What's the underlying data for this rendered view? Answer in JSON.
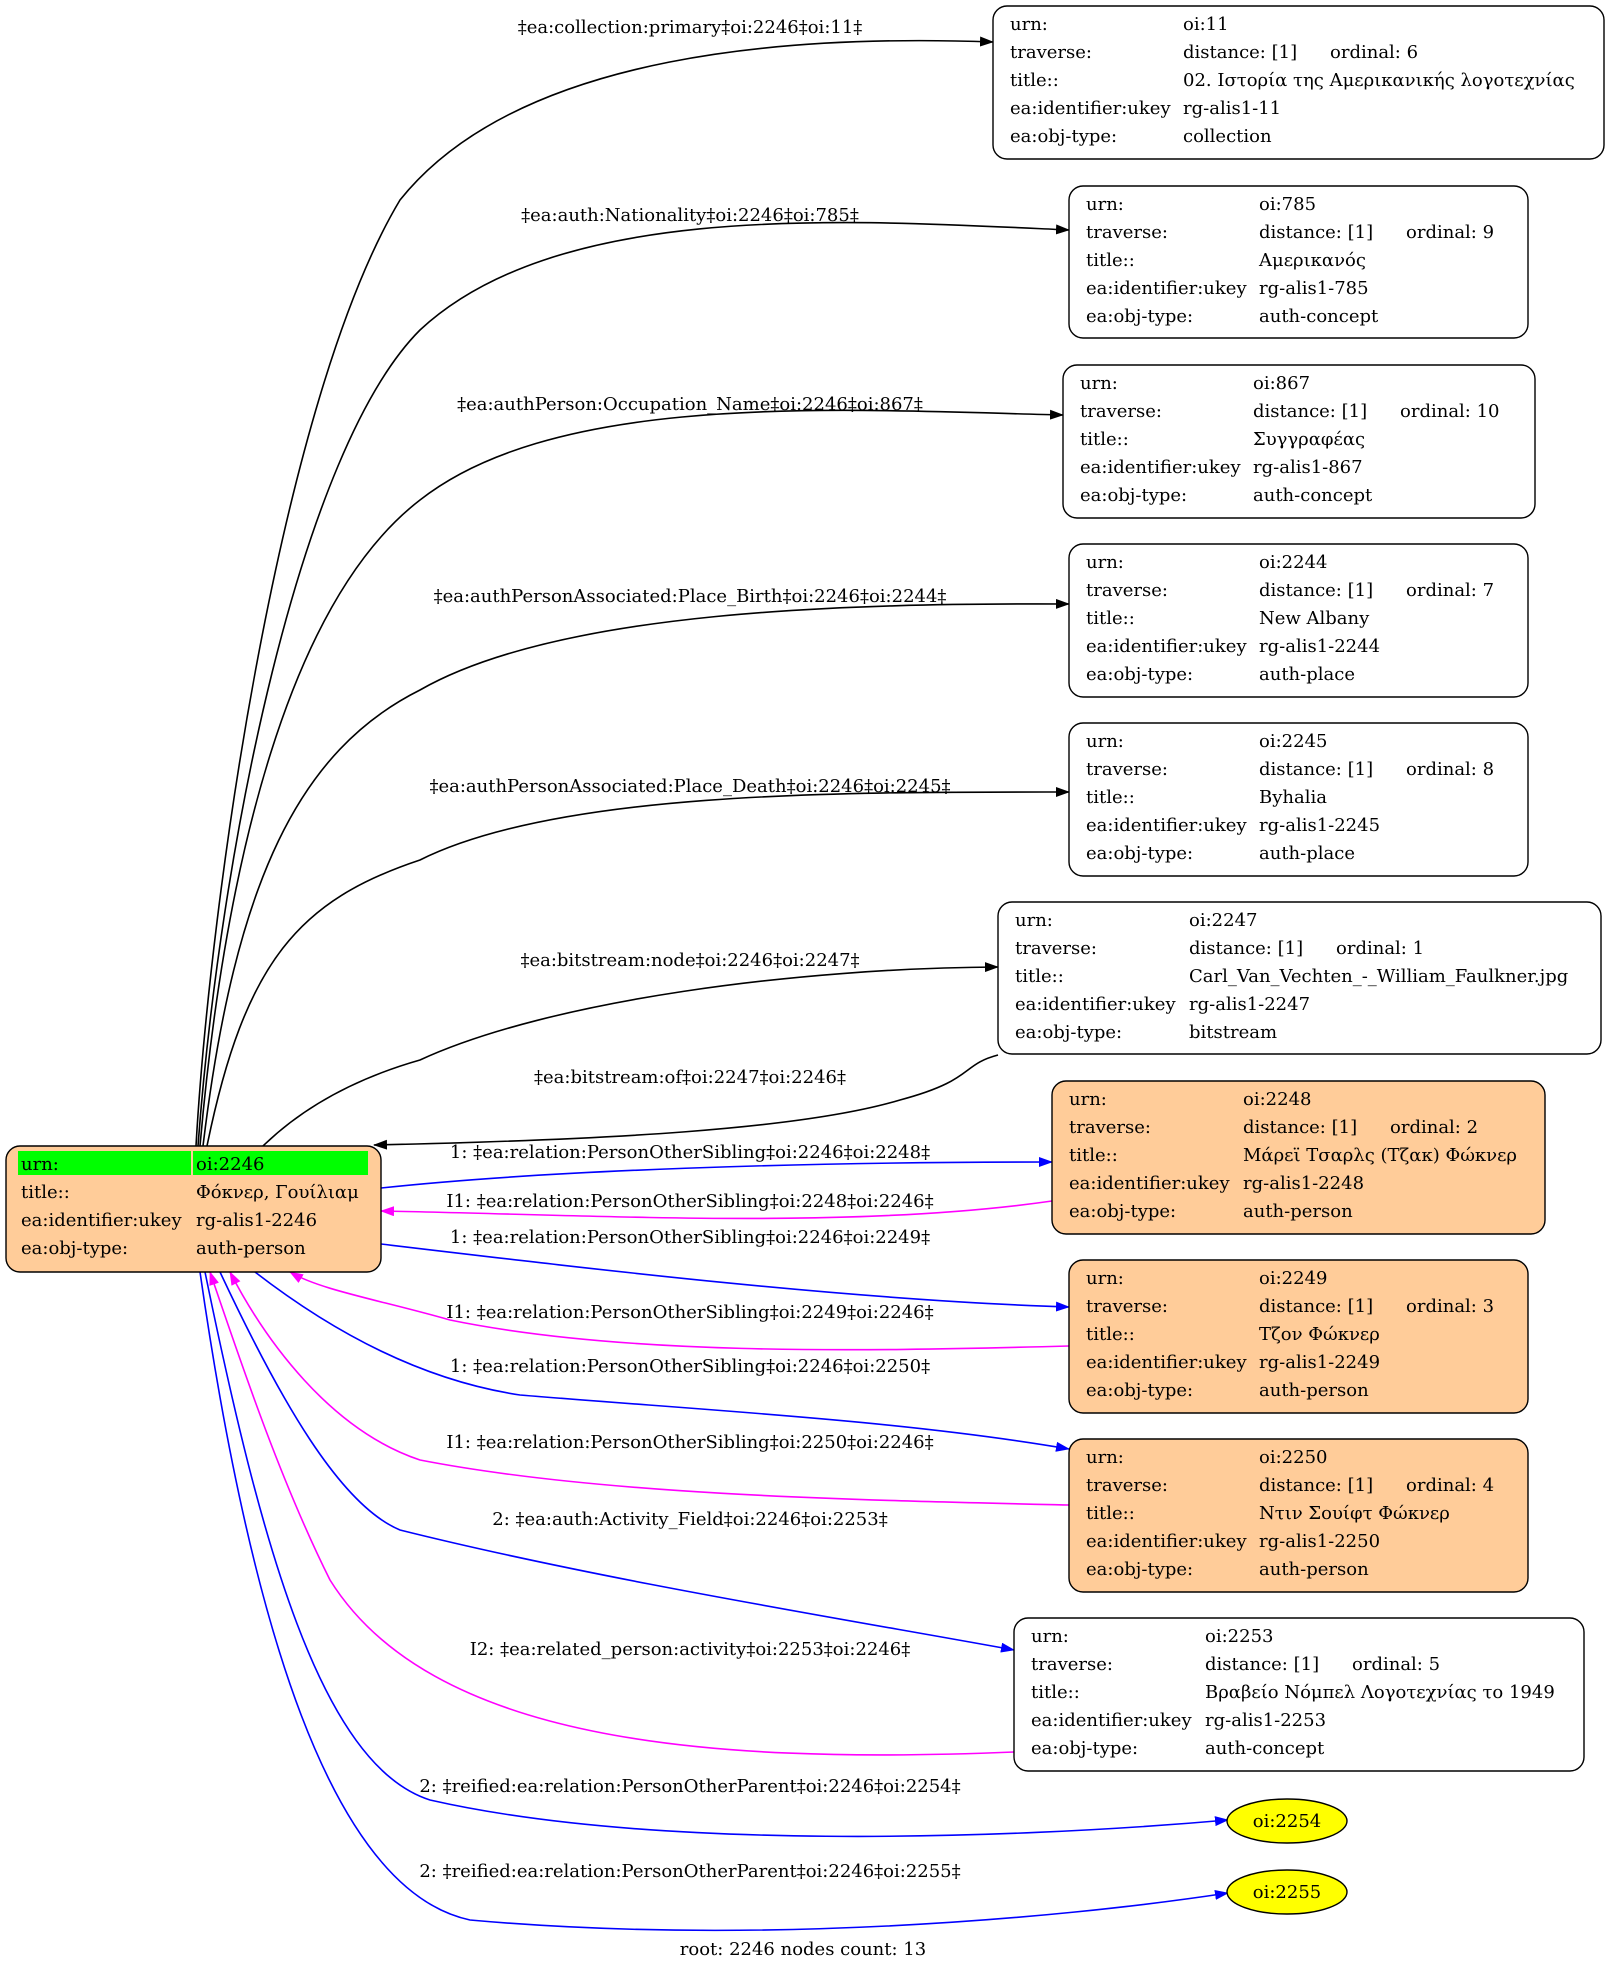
{
  "colors": {
    "background": "#ffffff",
    "root_highlight": "#00ff00",
    "person_fill": "#ffcc99",
    "node_fill": "#ffffff",
    "reified_fill": "#ffff00",
    "edge_default": "#000000",
    "edge_relation": "#0000ff",
    "edge_inverse": "#ff00ff"
  },
  "root": {
    "rows": [
      {
        "key": "urn:",
        "value": "oi:2246"
      },
      {
        "key": "title::",
        "value": "Φόκνερ, Γουίλιαμ"
      },
      {
        "key": "ea:identifier:ukey",
        "value": "rg-alis1-2246"
      },
      {
        "key": "ea:obj-type:",
        "value": "auth-person"
      }
    ]
  },
  "nodes": [
    {
      "id": "oi:11",
      "style": "plain",
      "rows": [
        {
          "key": "urn:",
          "value": "oi:11"
        },
        {
          "key": "traverse:",
          "value": "distance: [1]",
          "extra": "ordinal: 6"
        },
        {
          "key": "title::",
          "value": "02. Ιστορία της Αμερικανικής λογοτεχνίας"
        },
        {
          "key": "ea:identifier:ukey",
          "value": "rg-alis1-11"
        },
        {
          "key": "ea:obj-type:",
          "value": "collection"
        }
      ]
    },
    {
      "id": "oi:785",
      "style": "plain",
      "rows": [
        {
          "key": "urn:",
          "value": "oi:785"
        },
        {
          "key": "traverse:",
          "value": "distance: [1]",
          "extra": "ordinal: 9"
        },
        {
          "key": "title::",
          "value": "Αμερικανός"
        },
        {
          "key": "ea:identifier:ukey",
          "value": "rg-alis1-785"
        },
        {
          "key": "ea:obj-type:",
          "value": "auth-concept"
        }
      ]
    },
    {
      "id": "oi:867",
      "style": "plain",
      "rows": [
        {
          "key": "urn:",
          "value": "oi:867"
        },
        {
          "key": "traverse:",
          "value": "distance: [1]",
          "extra": "ordinal: 10"
        },
        {
          "key": "title::",
          "value": "Συγγραφέας"
        },
        {
          "key": "ea:identifier:ukey",
          "value": "rg-alis1-867"
        },
        {
          "key": "ea:obj-type:",
          "value": "auth-concept"
        }
      ]
    },
    {
      "id": "oi:2244",
      "style": "plain",
      "rows": [
        {
          "key": "urn:",
          "value": "oi:2244"
        },
        {
          "key": "traverse:",
          "value": "distance: [1]",
          "extra": "ordinal: 7"
        },
        {
          "key": "title::",
          "value": "New Albany"
        },
        {
          "key": "ea:identifier:ukey",
          "value": "rg-alis1-2244"
        },
        {
          "key": "ea:obj-type:",
          "value": "auth-place"
        }
      ]
    },
    {
      "id": "oi:2245",
      "style": "plain",
      "rows": [
        {
          "key": "urn:",
          "value": "oi:2245"
        },
        {
          "key": "traverse:",
          "value": "distance: [1]",
          "extra": "ordinal: 8"
        },
        {
          "key": "title::",
          "value": "Byhalia"
        },
        {
          "key": "ea:identifier:ukey",
          "value": "rg-alis1-2245"
        },
        {
          "key": "ea:obj-type:",
          "value": "auth-place"
        }
      ]
    },
    {
      "id": "oi:2247",
      "style": "plain",
      "rows": [
        {
          "key": "urn:",
          "value": "oi:2247"
        },
        {
          "key": "traverse:",
          "value": "distance: [1]",
          "extra": "ordinal: 1"
        },
        {
          "key": "title::",
          "value": "Carl_Van_Vechten_-_William_Faulkner.jpg"
        },
        {
          "key": "ea:identifier:ukey",
          "value": "rg-alis1-2247"
        },
        {
          "key": "ea:obj-type:",
          "value": "bitstream"
        }
      ]
    },
    {
      "id": "oi:2248",
      "style": "person",
      "rows": [
        {
          "key": "urn:",
          "value": "oi:2248"
        },
        {
          "key": "traverse:",
          "value": "distance: [1]",
          "extra": "ordinal: 2"
        },
        {
          "key": "title::",
          "value": "Μάρεϊ Τσαρλς (Τζακ) Φώκνερ"
        },
        {
          "key": "ea:identifier:ukey",
          "value": "rg-alis1-2248"
        },
        {
          "key": "ea:obj-type:",
          "value": "auth-person"
        }
      ]
    },
    {
      "id": "oi:2249",
      "style": "person",
      "rows": [
        {
          "key": "urn:",
          "value": "oi:2249"
        },
        {
          "key": "traverse:",
          "value": "distance: [1]",
          "extra": "ordinal: 3"
        },
        {
          "key": "title::",
          "value": "Τζον Φώκνερ"
        },
        {
          "key": "ea:identifier:ukey",
          "value": "rg-alis1-2249"
        },
        {
          "key": "ea:obj-type:",
          "value": "auth-person"
        }
      ]
    },
    {
      "id": "oi:2250",
      "style": "person",
      "rows": [
        {
          "key": "urn:",
          "value": "oi:2250"
        },
        {
          "key": "traverse:",
          "value": "distance: [1]",
          "extra": "ordinal: 4"
        },
        {
          "key": "title::",
          "value": "Ντιν Σουίφτ Φώκνερ"
        },
        {
          "key": "ea:identifier:ukey",
          "value": "rg-alis1-2250"
        },
        {
          "key": "ea:obj-type:",
          "value": "auth-person"
        }
      ]
    },
    {
      "id": "oi:2253",
      "style": "plain",
      "rows": [
        {
          "key": "urn:",
          "value": "oi:2253"
        },
        {
          "key": "traverse:",
          "value": "distance: [1]",
          "extra": "ordinal: 5"
        },
        {
          "key": "title::",
          "value": "Βραβείο Νόμπελ Λογοτεχνίας το 1949"
        },
        {
          "key": "ea:identifier:ukey",
          "value": "rg-alis1-2253"
        },
        {
          "key": "ea:obj-type:",
          "value": "auth-concept"
        }
      ]
    },
    {
      "id": "oi:2254",
      "style": "reified",
      "label": "oi:2254"
    },
    {
      "id": "oi:2255",
      "style": "reified",
      "label": "oi:2255"
    }
  ],
  "edges": [
    {
      "label": "‡ea:collection:primary‡oi:2246‡oi:11‡",
      "kind": "default"
    },
    {
      "label": "‡ea:auth:Nationality‡oi:2246‡oi:785‡",
      "kind": "default"
    },
    {
      "label": "‡ea:authPerson:Occupation_Name‡oi:2246‡oi:867‡",
      "kind": "default"
    },
    {
      "label": "‡ea:authPersonAssociated:Place_Birth‡oi:2246‡oi:2244‡",
      "kind": "default"
    },
    {
      "label": "‡ea:authPersonAssociated:Place_Death‡oi:2246‡oi:2245‡",
      "kind": "default"
    },
    {
      "label": "‡ea:bitstream:node‡oi:2246‡oi:2247‡",
      "kind": "default"
    },
    {
      "label": "‡ea:bitstream:of‡oi:2247‡oi:2246‡",
      "kind": "default"
    },
    {
      "label": "1: ‡ea:relation:PersonOtherSibling‡oi:2246‡oi:2248‡",
      "kind": "relation"
    },
    {
      "label": "I1: ‡ea:relation:PersonOtherSibling‡oi:2248‡oi:2246‡",
      "kind": "inverse"
    },
    {
      "label": "1: ‡ea:relation:PersonOtherSibling‡oi:2246‡oi:2249‡",
      "kind": "relation"
    },
    {
      "label": "I1: ‡ea:relation:PersonOtherSibling‡oi:2249‡oi:2246‡",
      "kind": "inverse"
    },
    {
      "label": "1: ‡ea:relation:PersonOtherSibling‡oi:2246‡oi:2250‡",
      "kind": "relation"
    },
    {
      "label": "I1: ‡ea:relation:PersonOtherSibling‡oi:2250‡oi:2246‡",
      "kind": "inverse"
    },
    {
      "label": "2: ‡ea:auth:Activity_Field‡oi:2246‡oi:2253‡",
      "kind": "relation"
    },
    {
      "label": "I2: ‡ea:related_person:activity‡oi:2253‡oi:2246‡",
      "kind": "inverse"
    },
    {
      "label": "2: ‡reified:ea:relation:PersonOtherParent‡oi:2246‡oi:2254‡",
      "kind": "relation"
    },
    {
      "label": "2: ‡reified:ea:relation:PersonOtherParent‡oi:2246‡oi:2255‡",
      "kind": "relation"
    }
  ],
  "footer": "root: 2246 nodes count: 13"
}
